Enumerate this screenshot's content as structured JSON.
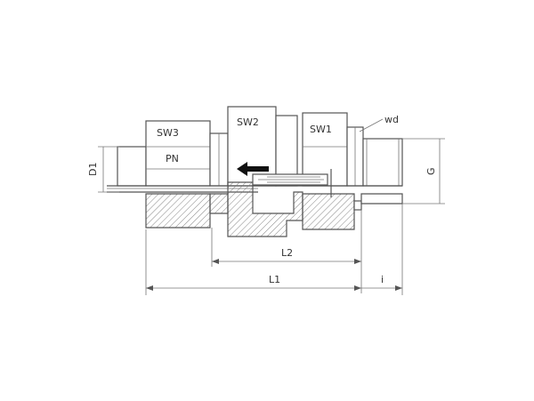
{
  "labels": {
    "sw1": "SW1",
    "sw2": "SW2",
    "sw3": "SW3",
    "wd": "wd",
    "pn": "PN",
    "d1": "D1",
    "g": "G",
    "l1": "L1",
    "l2": "L2",
    "i": "i"
  },
  "colors": {
    "line": "#555555",
    "background": "#ffffff",
    "arrow": "#111111"
  }
}
